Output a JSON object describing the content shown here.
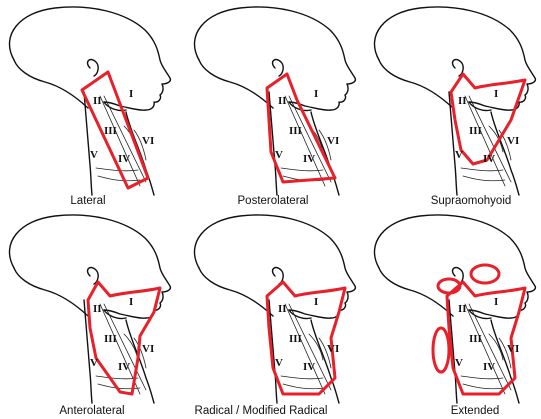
{
  "figure": {
    "panels": [
      {
        "caption": "Lateral",
        "highlight": "lateral"
      },
      {
        "caption": "Posterolateral",
        "highlight": "posterolateral"
      },
      {
        "caption": "Supraomohyoid",
        "highlight": "supraomohyoid"
      },
      {
        "caption": "Anterolateral",
        "highlight": "anterolateral"
      },
      {
        "caption": "Radical / Modified Radical",
        "highlight": "radical"
      },
      {
        "caption": "Extended",
        "highlight": "extended"
      }
    ],
    "neck_levels": {
      "level_1": "I",
      "level_2": "II",
      "level_3": "III",
      "level_4": "IV",
      "level_5": "V",
      "level_6": "VI"
    },
    "colors": {
      "line": "#111111",
      "highlight": "#e8202a",
      "background": "#ffffff"
    }
  }
}
